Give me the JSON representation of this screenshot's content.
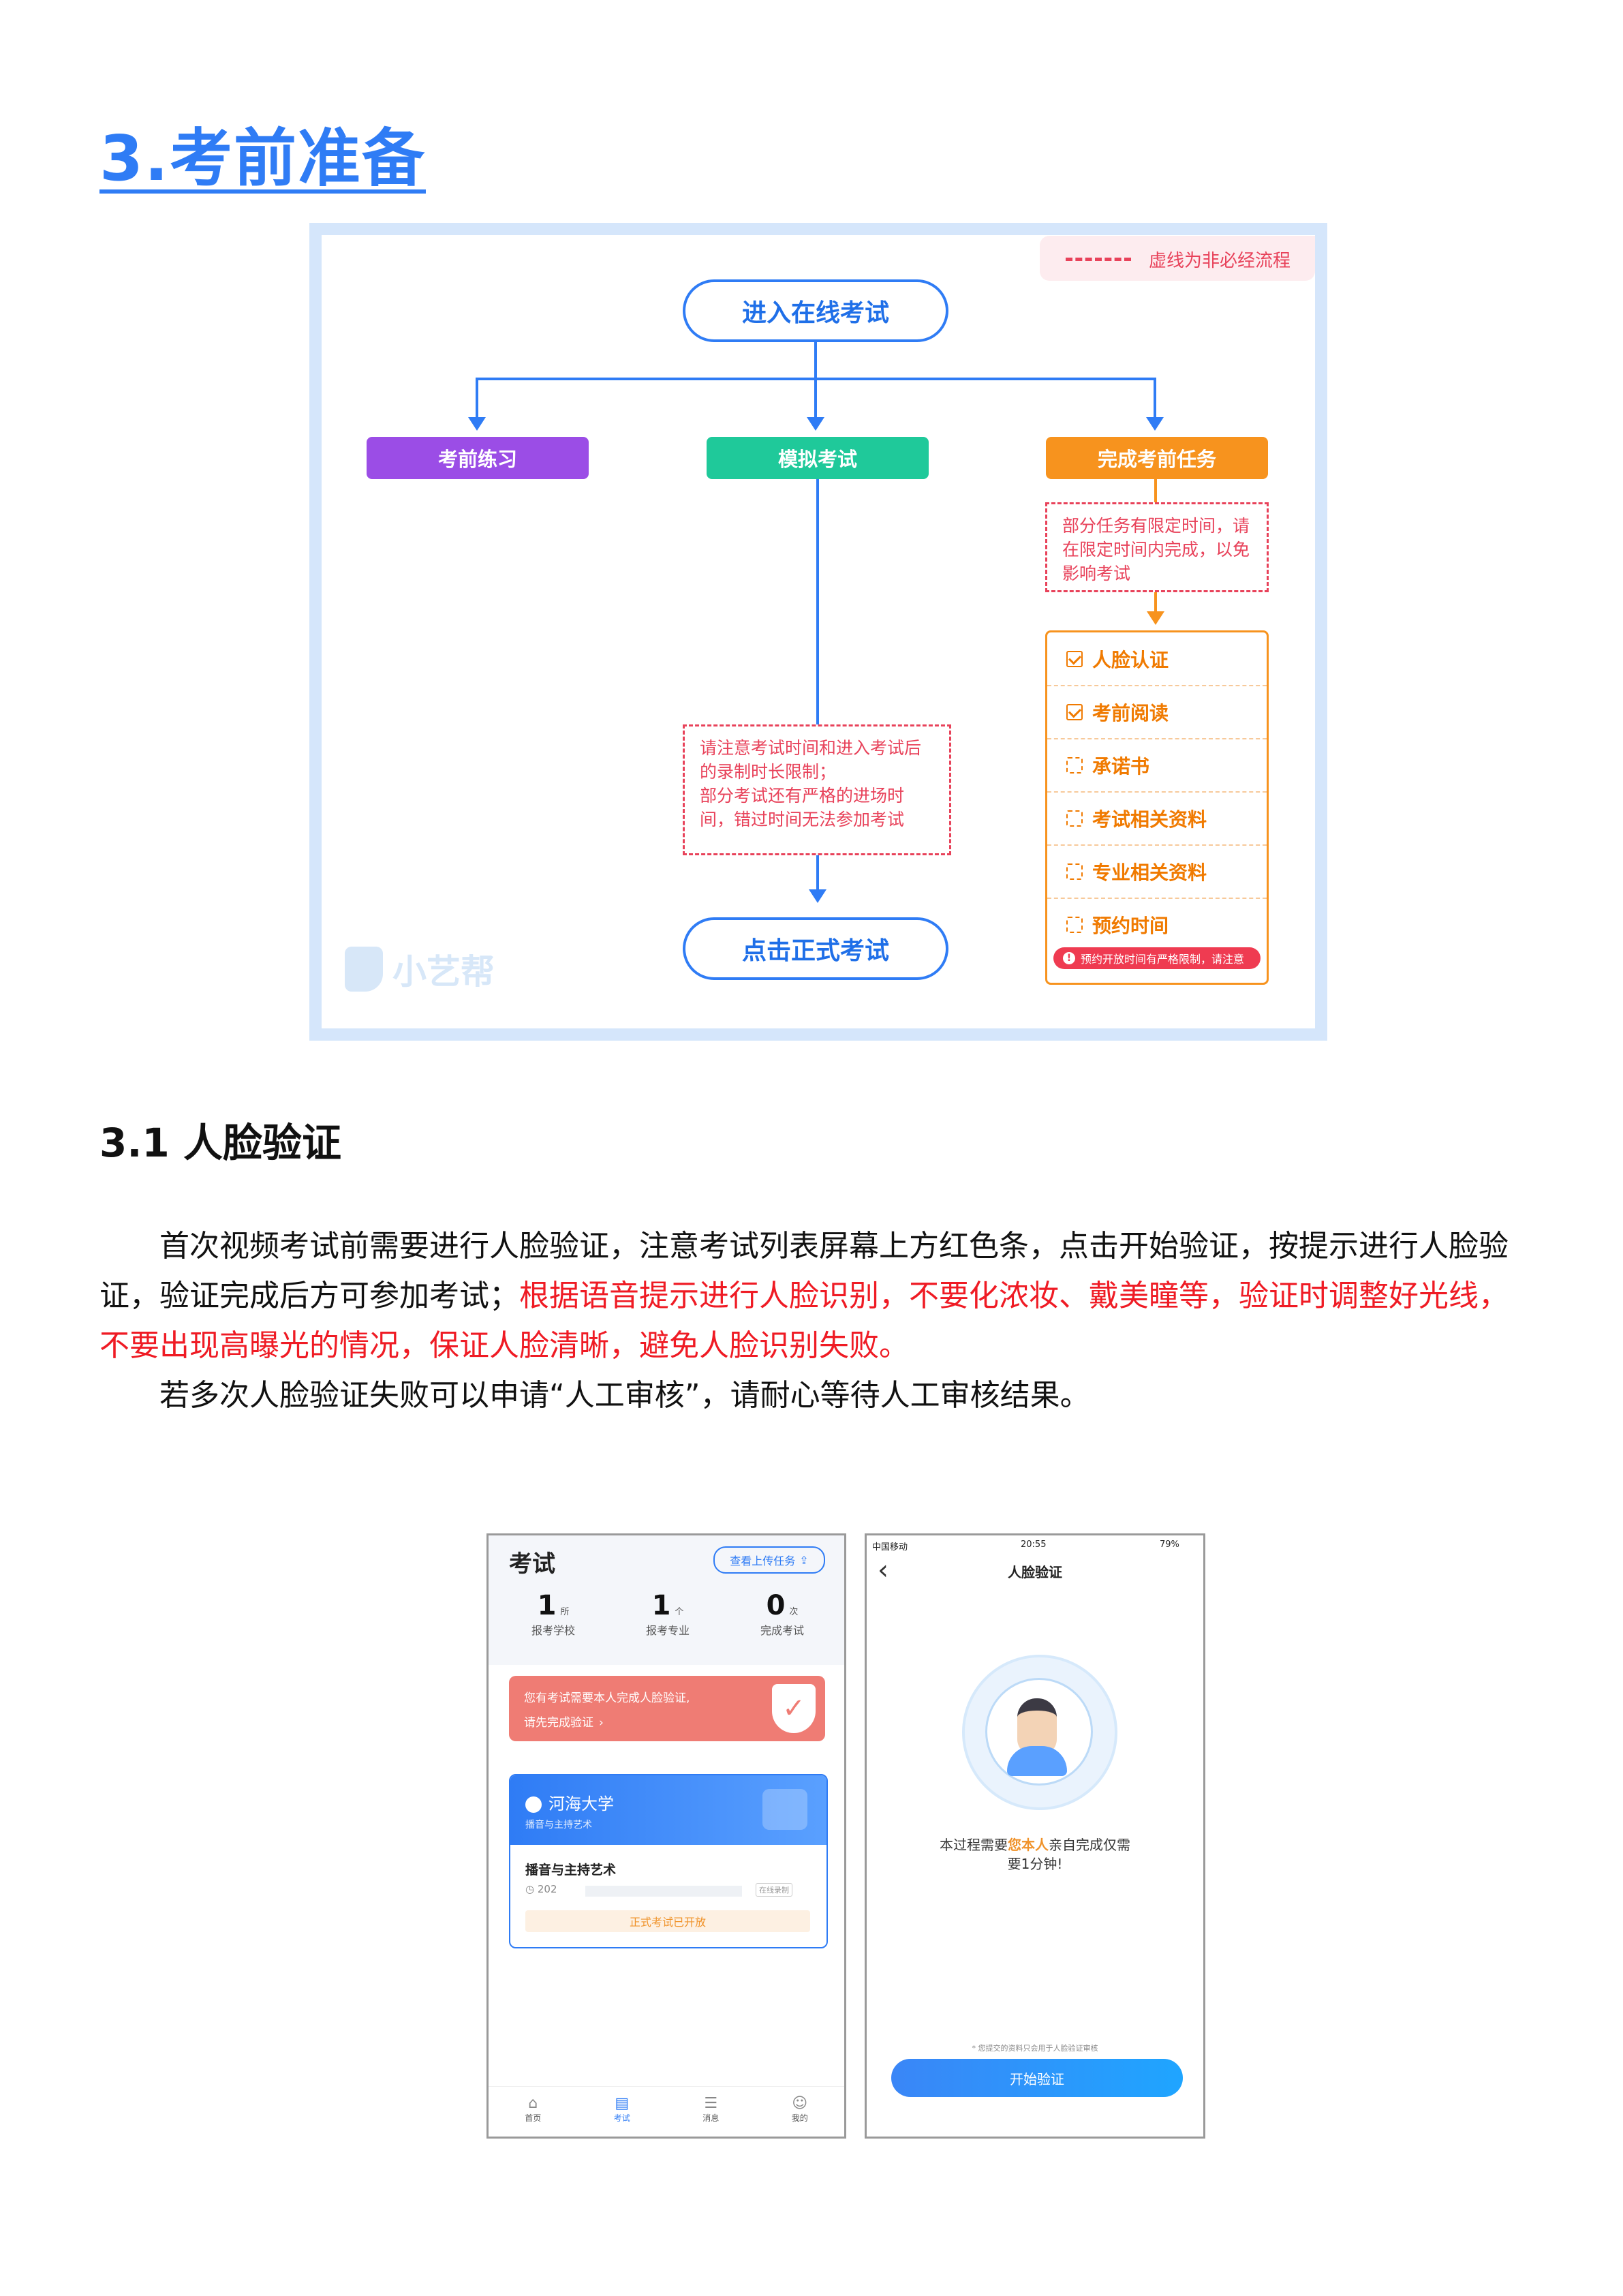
{
  "heading": "3.考前准备",
  "flow": {
    "legend": "虚线为非必经流程",
    "start": "进入在线考试",
    "branches": {
      "practice": "考前练习",
      "mock": "模拟考试",
      "tasks": "完成考前任务"
    },
    "tasks_note": "部分任务有限定时间，请在限定时间内完成，以免影响考试",
    "task_items": [
      {
        "label": "人脸认证",
        "checked": true
      },
      {
        "label": "考前阅读",
        "checked": true
      },
      {
        "label": "承诺书",
        "checked": false
      },
      {
        "label": "考试相关资料",
        "checked": false
      },
      {
        "label": "专业相关资料",
        "checked": false
      },
      {
        "label": "预约时间",
        "checked": false
      }
    ],
    "task_warning": "预约开放时间有严格限制，请注意",
    "mock_note_1": "请注意考试时间和进入考试后的录制时长限制；",
    "mock_note_2": "部分考试还有严格的进场时间，错过时间无法参加考试",
    "end": "点击正式考试",
    "watermark": "小艺帮"
  },
  "section": {
    "title": "3.1 人脸验证",
    "p1_a": "首次视频考试前需要进行人脸验证，注意考试列表屏幕上方红色条，点击开始验证，按提示进行人脸验证，验证完成后方可参加考试；",
    "p1_red": "根据语音提示进行人脸识别，不要化浓妆、戴美瞳等，验证时调整好光线，不要出现高曝光的情况，保证人脸清晰，避免人脸识别失败。",
    "p2": "若多次人脸验证失败可以申请“人工审核”，请耐心等待人工审核结果。"
  },
  "phone1": {
    "title": "考试",
    "upload_btn": "查看上传任务",
    "stats": [
      {
        "num": "1",
        "unit": "所",
        "label": "报考学校"
      },
      {
        "num": "1",
        "unit": "个",
        "label": "报考专业"
      },
      {
        "num": "0",
        "unit": "次",
        "label": "完成考试"
      }
    ],
    "alert_line1": "您有考试需要本人完成人脸验证,",
    "alert_line2": "请先完成验证",
    "school": "河海大学",
    "school_sub": "播音与主持艺术",
    "major": "播音与主持艺术",
    "date_prefix": "202",
    "tag": "在线录制",
    "open_status": "正式考试已开放",
    "tabs": [
      "首页",
      "考试",
      "消息",
      "我的"
    ]
  },
  "phone2": {
    "carrier": "中国移动",
    "time": "20:55",
    "battery": "79%",
    "title": "人脸验证",
    "desc_pre": "本过程需要",
    "desc_hl": "您本人",
    "desc_post": "亲自完成仅需",
    "desc_line2": "要1分钟!",
    "footnote": "* 您提交的资料只会用于人脸验证审核",
    "start_btn": "开始验证"
  },
  "colors": {
    "brand_blue": "#2f7cf5",
    "practice": "#9b4de6",
    "mock": "#1fc99a",
    "tasks": "#f7931e",
    "red": "#ef1b24"
  }
}
